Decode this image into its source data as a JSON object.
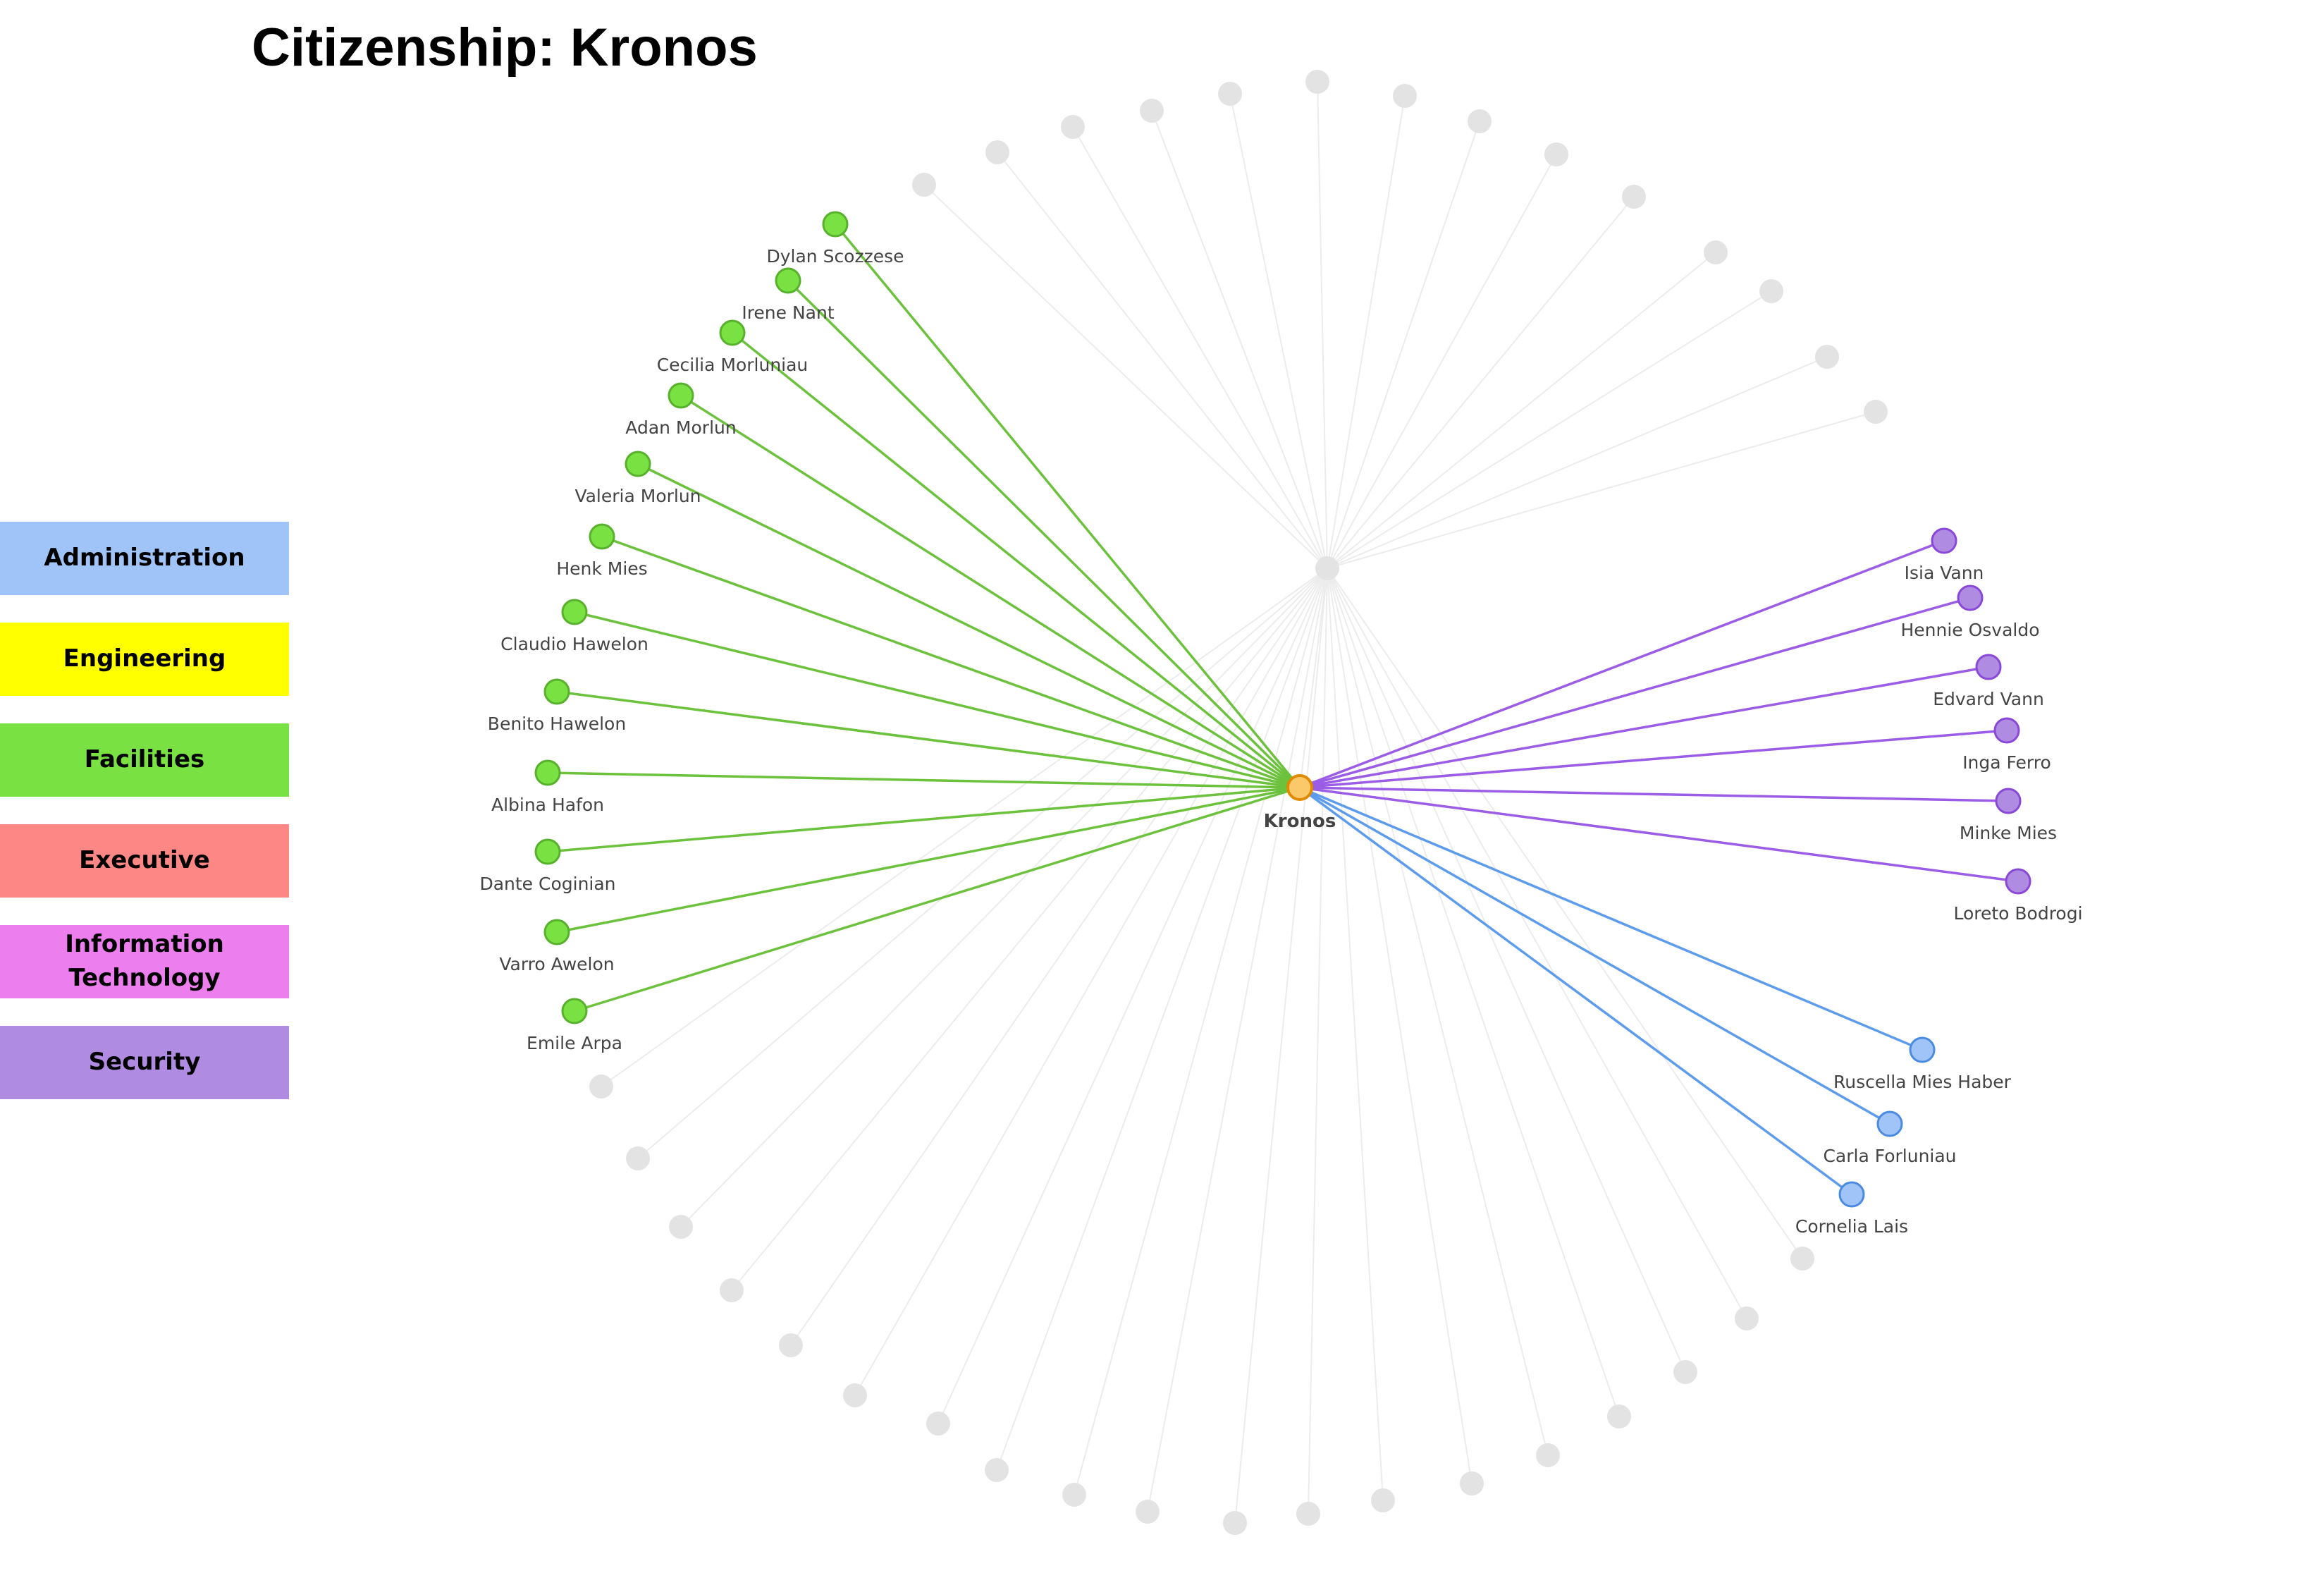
{
  "title": "Citizenship: Kronos",
  "legend": [
    {
      "label": "Administration",
      "color": "#a0c4f8"
    },
    {
      "label": "Engineering",
      "color": "#ffff00"
    },
    {
      "label": "Facilities",
      "color": "#79e142"
    },
    {
      "label": "Executive",
      "color": "#fc8785"
    },
    {
      "label": "Information Technology",
      "color": "#ec7eee"
    },
    {
      "label": "Security",
      "color": "#af8be1"
    }
  ],
  "colors": {
    "faded_node": "#e3e3e3",
    "faded_edge": "#ececec",
    "center_node": "#fbc86a",
    "center_stroke": "#e08a00",
    "facilities_edge": "#6cc13d",
    "facilities_stroke": "#58b12c",
    "security_edge": "#9b5ce6",
    "security_stroke": "#8a48d8",
    "administration_edge": "#5d9cec",
    "administration_stroke": "#4a8ae0"
  },
  "graph": {
    "center": {
      "label": "Kronos"
    },
    "groups": [
      {
        "department": "Facilities",
        "members": [
          "Dylan Scozzese",
          "Irene Nant",
          "Cecilia Morluniau",
          "Adan Morlun",
          "Valeria Morlun",
          "Henk Mies",
          "Claudio Hawelon",
          "Benito Hawelon",
          "Albina Hafon",
          "Dante Coginian",
          "Varro Awelon",
          "Emile Arpa"
        ]
      },
      {
        "department": "Security",
        "members": [
          "Isia Vann",
          "Hennie Osvaldo",
          "Edvard Vann",
          "Inga Ferro",
          "Minke Mies",
          "Loreto Bodrogi"
        ]
      },
      {
        "department": "Administration",
        "members": [
          "Ruscella Mies Haber",
          "Carla Forluniau",
          "Cornelia Lais"
        ]
      }
    ]
  }
}
